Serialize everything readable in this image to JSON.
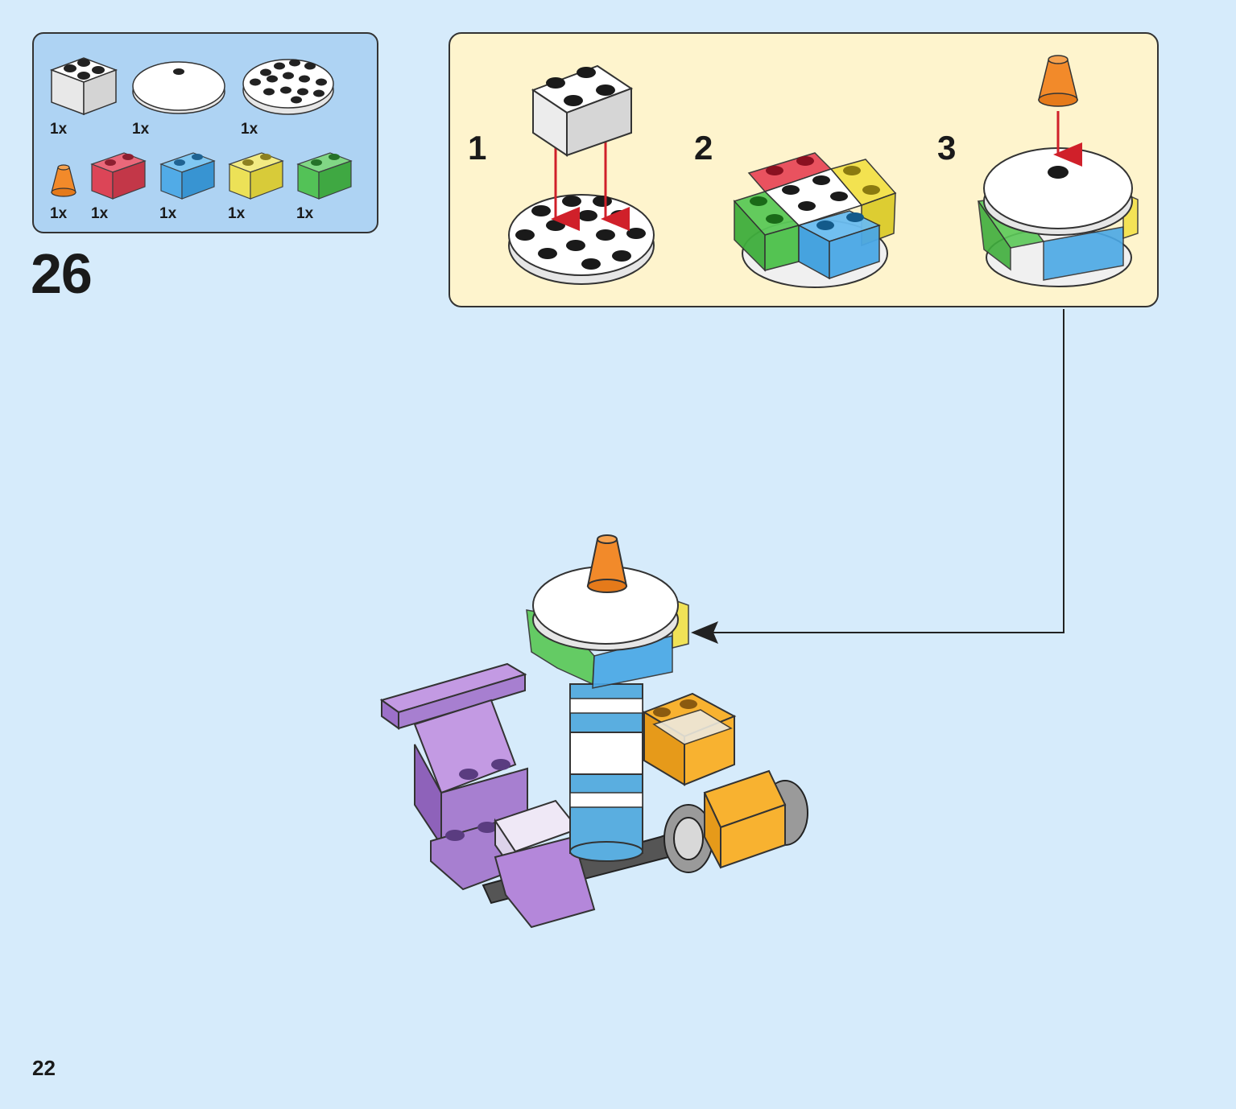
{
  "step": {
    "number": "26",
    "parts": [
      {
        "name": "white-brick-2x2",
        "qty": "1x"
      },
      {
        "name": "white-round-dish",
        "qty": "1x"
      },
      {
        "name": "white-round-plate",
        "qty": "1x"
      },
      {
        "name": "orange-cone",
        "qty": "1x"
      },
      {
        "name": "trans-red-brick",
        "qty": "1x"
      },
      {
        "name": "trans-blue-brick",
        "qty": "1x"
      },
      {
        "name": "trans-yellow-brick",
        "qty": "1x"
      },
      {
        "name": "trans-green-brick",
        "qty": "1x"
      }
    ],
    "substeps": [
      {
        "number": "1"
      },
      {
        "number": "2"
      },
      {
        "number": "3"
      }
    ]
  },
  "page": {
    "number": "22"
  },
  "colors": {
    "page_bg": "#d6ebfb",
    "parts_bg": "#aed3f3",
    "substep_bg": "#fef4cd",
    "arrow_red": "#d0202a",
    "orange": "#f28a2a",
    "purple": "#a77fd0",
    "yellow_orange": "#f8b230",
    "trans_blue": "#4aa8e6",
    "trans_green": "#4cc14a",
    "trans_yellow": "#f2e34a",
    "trans_red": "#e03a4a"
  }
}
